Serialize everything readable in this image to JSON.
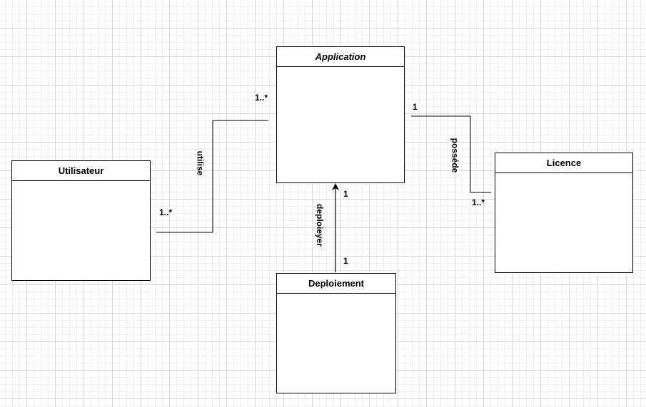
{
  "classes": {
    "application": {
      "name": "Application"
    },
    "utilisateur": {
      "name": "Utilisateur"
    },
    "licence": {
      "name": "Licence"
    },
    "deploiement": {
      "name": "Deploiement"
    }
  },
  "associations": {
    "utilise": {
      "label": "utilise",
      "mult_application": "1..*",
      "mult_utilisateur": "1..*"
    },
    "possede": {
      "label": "posséde",
      "mult_application": "1",
      "mult_licence": "1..*"
    },
    "deploieyer": {
      "label": "deploieyer",
      "mult_application": "1",
      "mult_deploiement": "1"
    }
  }
}
